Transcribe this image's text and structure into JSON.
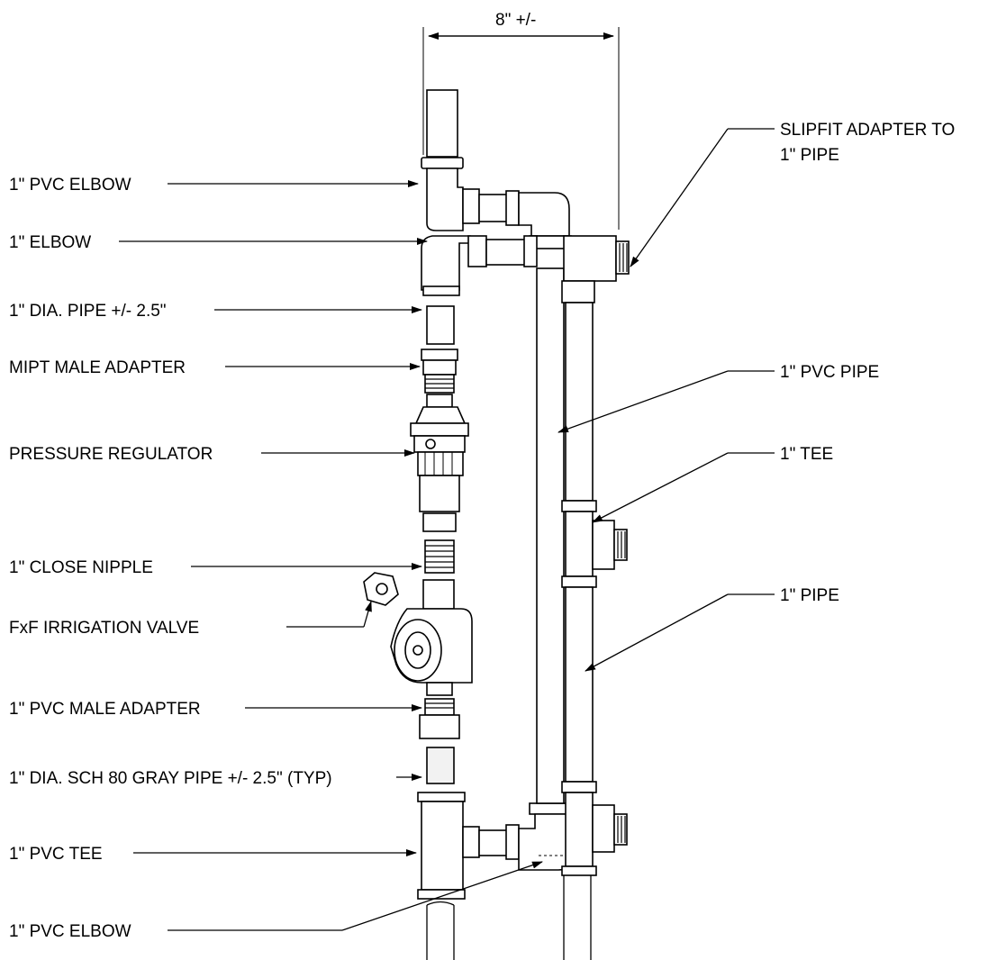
{
  "dimension": "8\" +/-",
  "labels": {
    "pvc_elbow_top": "1\" PVC ELBOW",
    "elbow": "1\" ELBOW",
    "dia_pipe": "1\" DIA. PIPE +/- 2.5\"",
    "mipt_adapter": "MIPT MALE ADAPTER",
    "pressure_regulator": "PRESSURE REGULATOR",
    "close_nipple": "1\" CLOSE NIPPLE",
    "irrigation_valve": "FxF IRRIGATION VALVE",
    "pvc_male_adapter": "1\" PVC MALE ADAPTER",
    "sch80_pipe": "1\" DIA. SCH 80 GRAY PIPE +/- 2.5\" (TYP)",
    "pvc_tee": "1\" PVC TEE",
    "pvc_elbow_bottom": "1\" PVC ELBOW",
    "slipfit_line1": "SLIPFIT ADAPTER TO",
    "slipfit_line2": "1\" PIPE",
    "pvc_pipe": "1\" PVC PIPE",
    "tee": "1\" TEE",
    "pipe": "1\" PIPE"
  }
}
